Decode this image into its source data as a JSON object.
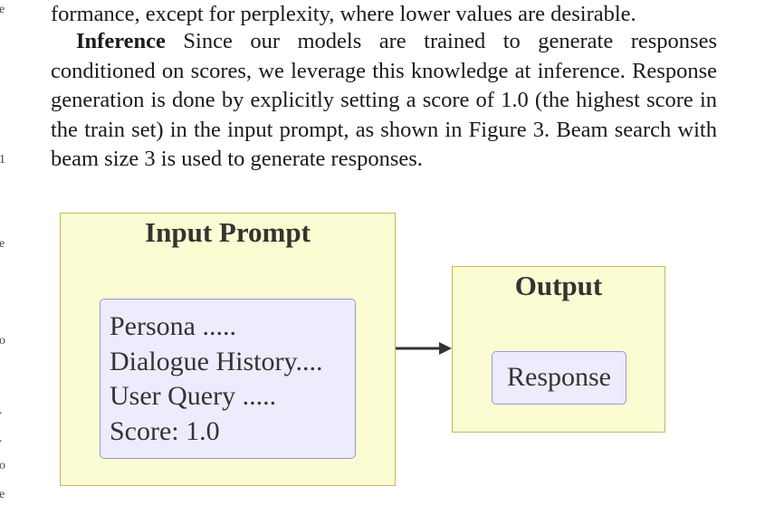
{
  "paper": {
    "para1": "formance, except for perplexity, where lower values are desirable.",
    "para2_runin": "Inference",
    "para2_body": " Since our models are trained to generate responses conditioned on scores, we leverage this knowledge at inference. Response generation is done by explicitly setting a score of 1.0 (the highest score in the train set) in the input prompt, as shown in Figure 3. Beam search with beam size 3 is used to generate responses."
  },
  "figure": {
    "input_title": "Input Prompt",
    "prompt_lines": [
      "Persona .....",
      "Dialogue History....",
      "User Query .....",
      "Score: 1.0"
    ],
    "output_title": "Output",
    "response": "Response"
  },
  "margin_marks": [
    "e",
    "1",
    "e",
    "o",
    ".",
    ".",
    "o",
    "e"
  ],
  "colors": {
    "outer_fill": "#fcfcd2",
    "outer_border": "#bcbc5c",
    "inner_fill": "#ececfc",
    "inner_border": "#9898d8",
    "arrow": "#333333"
  }
}
